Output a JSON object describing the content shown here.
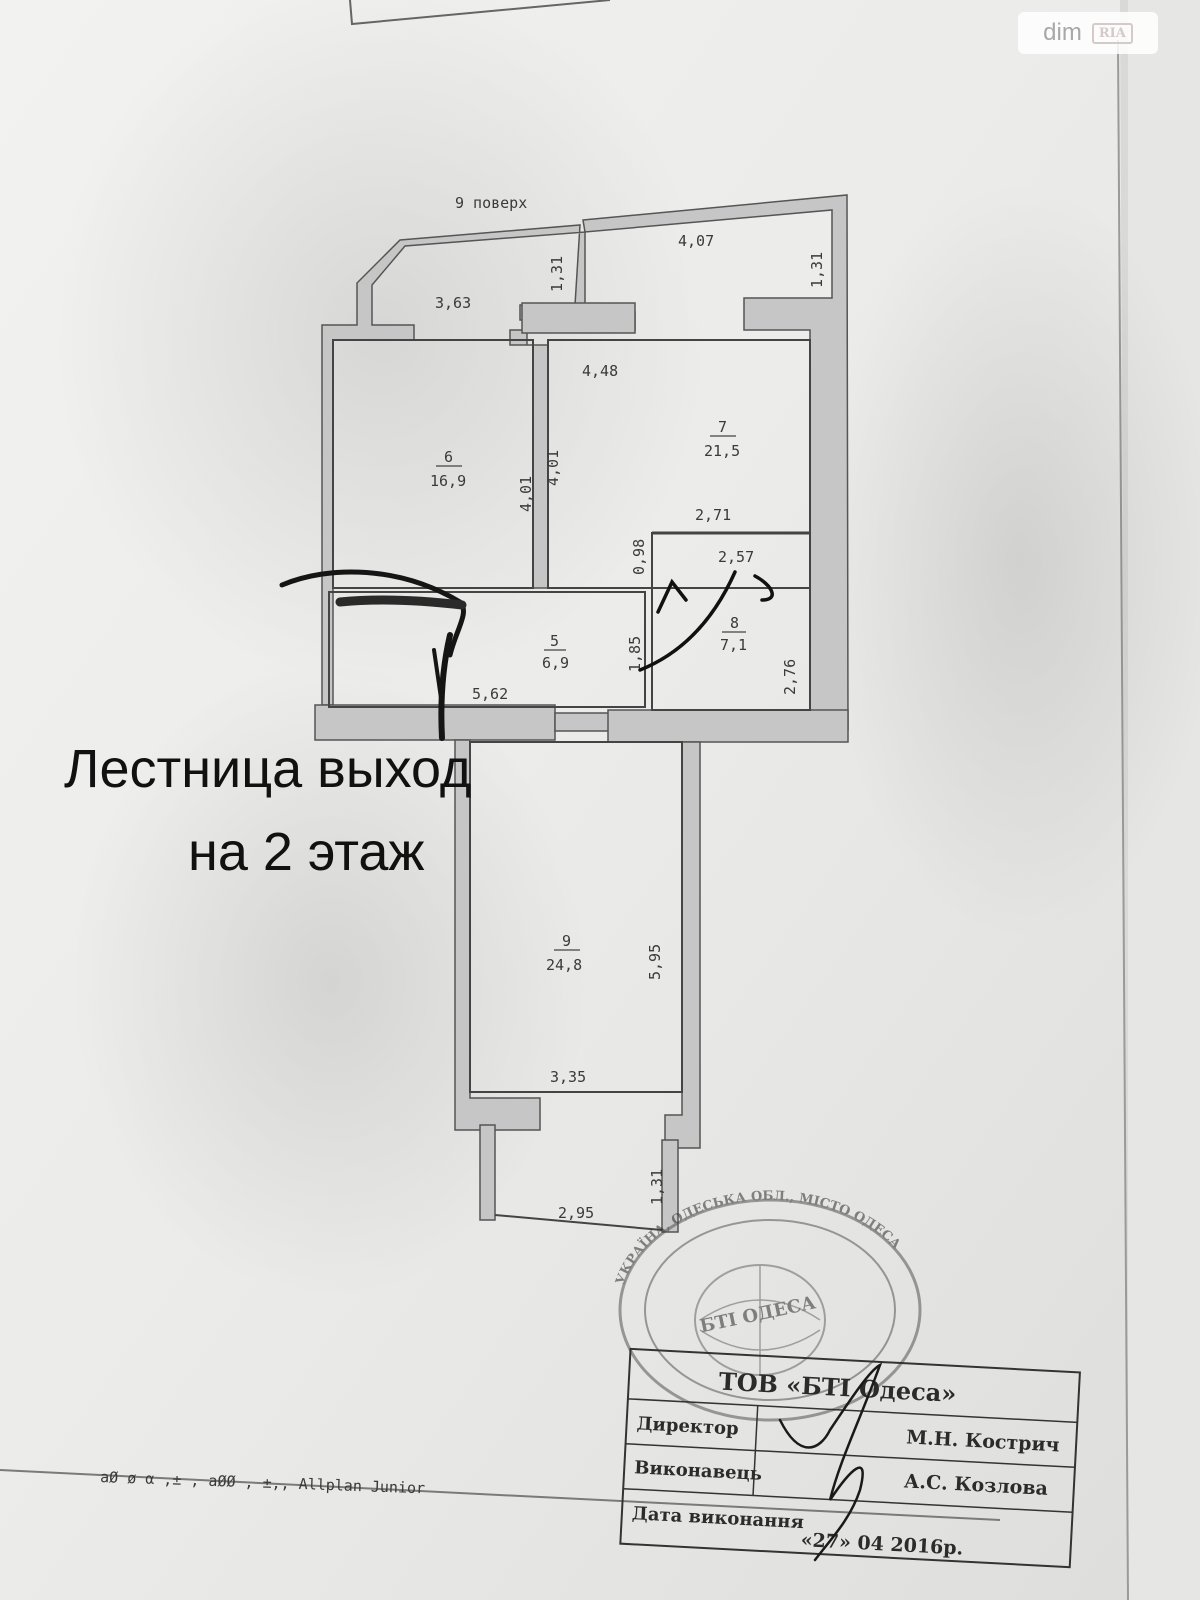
{
  "watermark": {
    "brand": "dim",
    "badge": "RIA"
  },
  "plan": {
    "floor_label": "9 поверх",
    "dimensions": {
      "top_left_width": "3,63",
      "left_notch": "1,31",
      "top_right_width": "4,07",
      "right_notch": "1,31",
      "room7_width": "4,48",
      "room6_height": "4,01",
      "room7_height": "4,01",
      "room8_width_top": "2,71",
      "room8_gap": "0,98",
      "room8_width": "2,57",
      "hall_height": "1,85",
      "hall_width": "5,62",
      "room8_height": "2,76",
      "room9_height": "5,95",
      "room9_width": "3,35",
      "balcony_height": "1,31",
      "balcony_width": "2,95"
    },
    "rooms": [
      {
        "number": "6",
        "area": "16,9"
      },
      {
        "number": "7",
        "area": "21,5"
      },
      {
        "number": "5",
        "area": "6,9"
      },
      {
        "number": "8",
        "area": "7,1"
      },
      {
        "number": "9",
        "area": "24,8"
      }
    ],
    "footer_text": "аØ  ø  α  ,±  ,  аØØ  ,    ±,, Allplan Junior"
  },
  "caption": {
    "line1": "Лестница выход",
    "line2": "на 2 этаж"
  },
  "title_block": {
    "company": "ТОВ «БТІ Одеса»",
    "director_label": "Директор",
    "director_name": "М.Н. Кострич",
    "executor_label": "Виконавець",
    "executor_name": "А.С. Козлова",
    "date_label": "Дата виконання",
    "date_value": "«27»    04    2016р."
  },
  "stamp": {
    "ring_text": "УКРАЇНА, ОДЕСЬКА ОБЛ., МІСТО ОДЕСА",
    "center_text": "БТІ ОДЕСА"
  }
}
